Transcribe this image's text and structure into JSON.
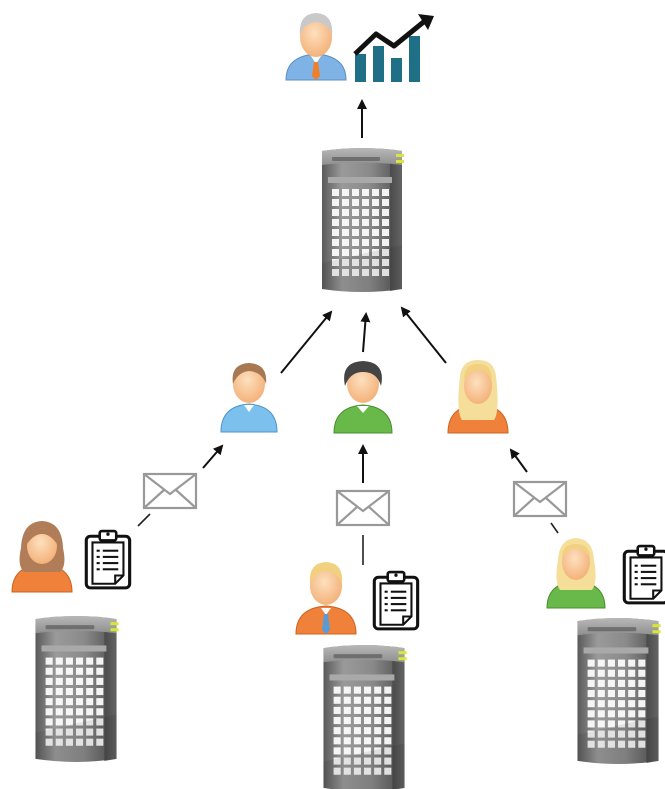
{
  "diagram": {
    "nodes": [
      {
        "id": "manager",
        "kind": "person",
        "icon": "manager-person-icon"
      },
      {
        "id": "growth-chart",
        "kind": "icon",
        "icon": "growth-chart-icon"
      },
      {
        "id": "central-server",
        "kind": "server",
        "icon": "server-icon"
      },
      {
        "id": "mid-person-left",
        "kind": "person",
        "icon": "person-icon"
      },
      {
        "id": "mid-person-center",
        "kind": "person",
        "icon": "person-icon"
      },
      {
        "id": "mid-person-right",
        "kind": "person",
        "icon": "person-icon"
      },
      {
        "id": "bottom-person-left",
        "kind": "person",
        "icon": "person-icon"
      },
      {
        "id": "bottom-person-center",
        "kind": "person",
        "icon": "person-icon"
      },
      {
        "id": "bottom-person-right",
        "kind": "person",
        "icon": "person-icon"
      },
      {
        "id": "bottom-server-left",
        "kind": "server",
        "icon": "server-icon"
      },
      {
        "id": "bottom-server-center",
        "kind": "server",
        "icon": "server-icon"
      },
      {
        "id": "bottom-server-right",
        "kind": "server",
        "icon": "server-icon"
      }
    ],
    "colors": {
      "manager_shirt": "#7fb3e6",
      "manager_tie": "#f07f2a",
      "chart_bars": "#1f6f86",
      "mid_left_shirt": "#7cc0ee",
      "mid_center_shirt": "#69b84a",
      "mid_right_shirt": "#f0813a",
      "bottom_left_shirt": "#f0813a",
      "bottom_center_shirt": "#f0813a",
      "bottom_right_shirt": "#69b84a",
      "skin": "#f8c38e",
      "server_body": "#7d7d7d",
      "server_led": "#d9e635"
    }
  }
}
